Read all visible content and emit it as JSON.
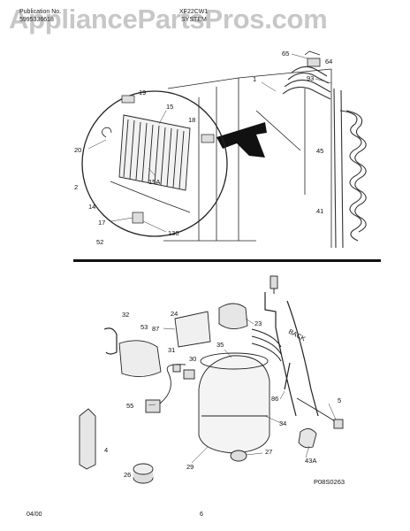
{
  "header": {
    "publication_label": "Publication No.",
    "publication_number": "5995336618",
    "model": "XF22CW1",
    "section": "SYSTEM"
  },
  "watermark": "AppliancePartsPros.com",
  "figure_ref": "P08S0263",
  "footer": {
    "date": "04/00",
    "page_number": "6"
  },
  "parts": {
    "p1": "1",
    "p64": "64",
    "p65": "65",
    "p93": "93",
    "p45": "45",
    "p41": "41",
    "p19": "19",
    "p15": "15",
    "p18": "18",
    "p20": "20",
    "p15A": "15A",
    "p2": "2",
    "p14": "14",
    "p17": "17",
    "p52": "52",
    "p130": "130",
    "p32": "32",
    "p24": "24",
    "p23": "23",
    "p87": "87",
    "p53": "53",
    "p31": "31",
    "p30": "30",
    "p35": "35",
    "p86": "86",
    "p5": "5",
    "p55": "55",
    "p34": "34",
    "p4": "4",
    "p27": "27",
    "p29": "29",
    "p26": "26",
    "p43A": "43A"
  },
  "back_label": "BACK"
}
